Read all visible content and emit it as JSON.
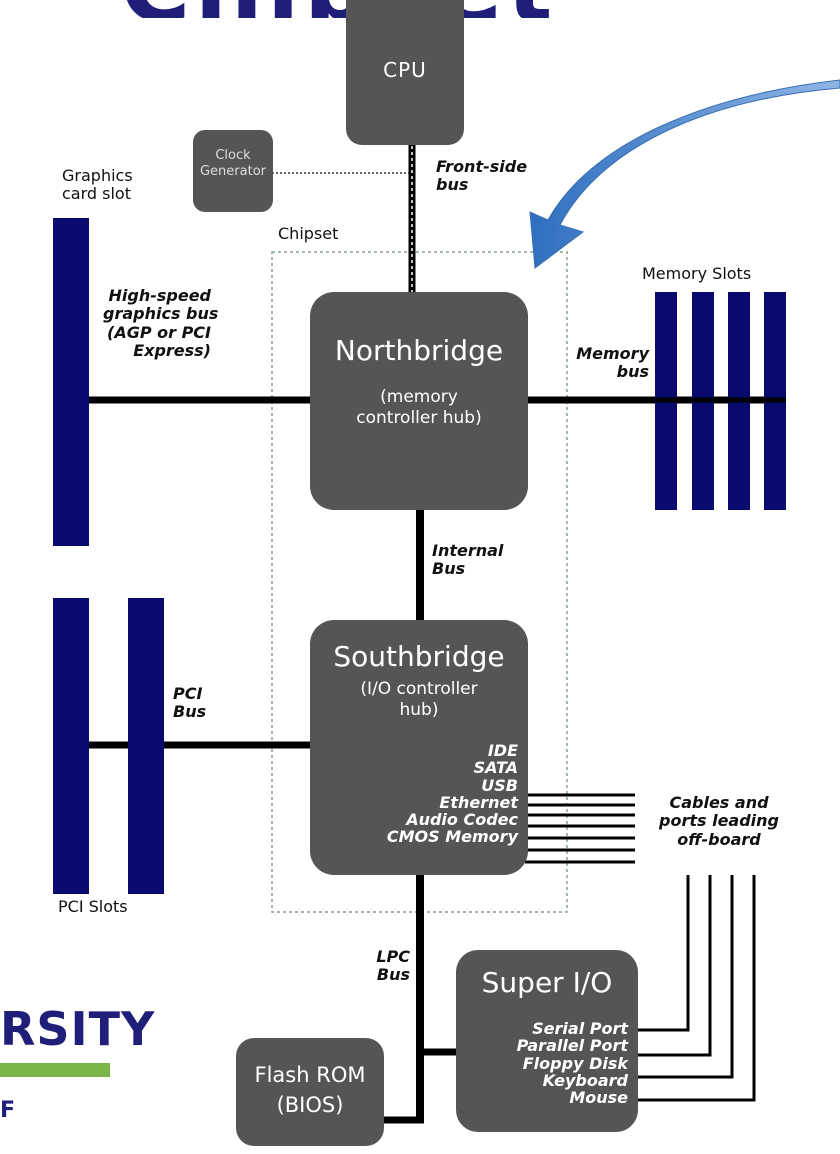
{
  "header": {
    "title": "Chipset architecture"
  },
  "cpu": {
    "label": "CPU"
  },
  "clock": {
    "line1": "Clock",
    "line2": "Generator"
  },
  "graphics_slot": {
    "line1": "Graphics",
    "line2": "card slot"
  },
  "front_side_bus": {
    "line1": "Front-side",
    "line2": "bus"
  },
  "chipset": {
    "label": "Chipset"
  },
  "memory_slots": {
    "label": "Memory Slots"
  },
  "graphics_bus": {
    "line1": "High-speed",
    "line2": "graphics bus",
    "line3": "(AGP or PCI",
    "line4": "Express)"
  },
  "northbridge": {
    "title": "Northbridge",
    "sub1": "(memory",
    "sub2": "controller hub)"
  },
  "memory_bus": {
    "line1": "Memory",
    "line2": "bus"
  },
  "internal_bus": {
    "line1": "Internal",
    "line2": "Bus"
  },
  "southbridge": {
    "title": "Southbridge",
    "sub1": "(I/O controller",
    "sub2": "hub)",
    "items": [
      "IDE",
      "SATA",
      "USB",
      "Ethernet",
      "Audio Codec",
      "CMOS Memory"
    ]
  },
  "pci_bus": {
    "line1": "PCI",
    "line2": "Bus"
  },
  "pci_slots": {
    "label": "PCI Slots"
  },
  "offboard": {
    "line1": "Cables and",
    "line2": "ports leading",
    "line3": "off-board"
  },
  "lpc_bus": {
    "line1": "LPC",
    "line2": "Bus"
  },
  "superio": {
    "title": "Super I/O",
    "items": [
      "Serial Port",
      "Parallel Port",
      "Floppy Disk",
      "Keyboard",
      "Mouse"
    ]
  },
  "flash": {
    "line1": "Flash ROM",
    "line2": "(BIOS)"
  },
  "logo": {
    "text": "RSITY",
    "sub": "F"
  },
  "colors": {
    "box": "#555555",
    "slot": "#0a0a6e",
    "arrow": "#4a86cf",
    "logo_green": "#7ab648",
    "title": "#1f1f7a"
  }
}
